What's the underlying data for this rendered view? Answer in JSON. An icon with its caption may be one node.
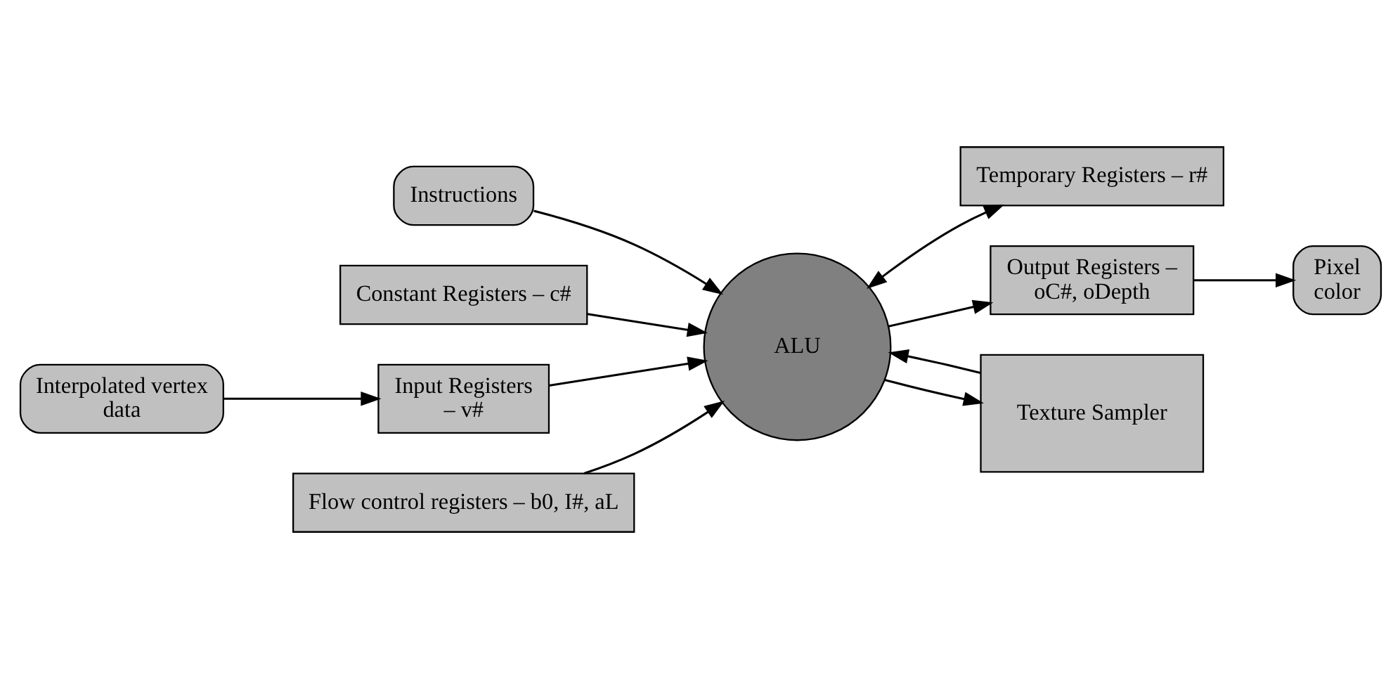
{
  "diagram": {
    "nodes": [
      {
        "text": [
          "Instructions"
        ]
      },
      {
        "text": [
          "Constant Registers – c#"
        ]
      },
      {
        "text": [
          "Temporary Registers – r#"
        ]
      },
      {
        "text": [
          "ALU"
        ]
      },
      {
        "text": [
          "Interpolated vertex data"
        ]
      },
      {
        "text": [
          "Input Registers – v#"
        ]
      },
      {
        "text": [
          "Output Registers – oC#, oDepth"
        ]
      },
      {
        "text": [
          "Pixel color"
        ]
      },
      {
        "text": [
          "Flow control registers – b0, I#, aL"
        ]
      },
      {
        "text": [
          "Texture Sampler"
        ]
      }
    ],
    "edges": [
      {
        "from": 0,
        "to": 3,
        "arrow": "to"
      },
      {
        "from": 1,
        "to": 3,
        "arrow": "to"
      },
      {
        "from": 3,
        "to": 2,
        "arrow": "both"
      },
      {
        "from": 4,
        "to": 5,
        "arrow": "to"
      },
      {
        "from": 5,
        "to": 3,
        "arrow": "to"
      },
      {
        "from": 3,
        "to": 6,
        "arrow": "to"
      },
      {
        "from": 6,
        "to": 7,
        "arrow": "to"
      },
      {
        "from": 8,
        "to": 3,
        "arrow": "to"
      },
      {
        "from": 3,
        "to": 9,
        "arrow": "to"
      },
      {
        "from": 9,
        "to": 3,
        "arrow": "to"
      }
    ]
  }
}
